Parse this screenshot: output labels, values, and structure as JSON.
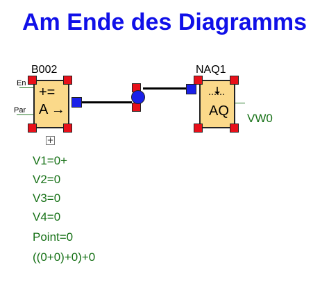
{
  "title": "Am Ende des Diagramms",
  "blocks": {
    "b002": {
      "name": "B002",
      "pin_en": "En",
      "pin_par": "Par",
      "symbol_top": "+=",
      "symbol_bottom": "A →",
      "expand_glyph": "+",
      "params": [
        "V1=0+",
        "V2=0",
        "V3=0",
        "V4=0",
        "Point=0",
        "((0+0)+0)+0"
      ]
    },
    "naq1": {
      "name": "NAQ1",
      "symbol": "AQ",
      "output_label": "VW0"
    }
  },
  "colors": {
    "title": "#1010e8",
    "block_fill": "#fbd98a",
    "handle": "#e8101a",
    "port": "#1a20e8",
    "param_text": "#157015"
  }
}
